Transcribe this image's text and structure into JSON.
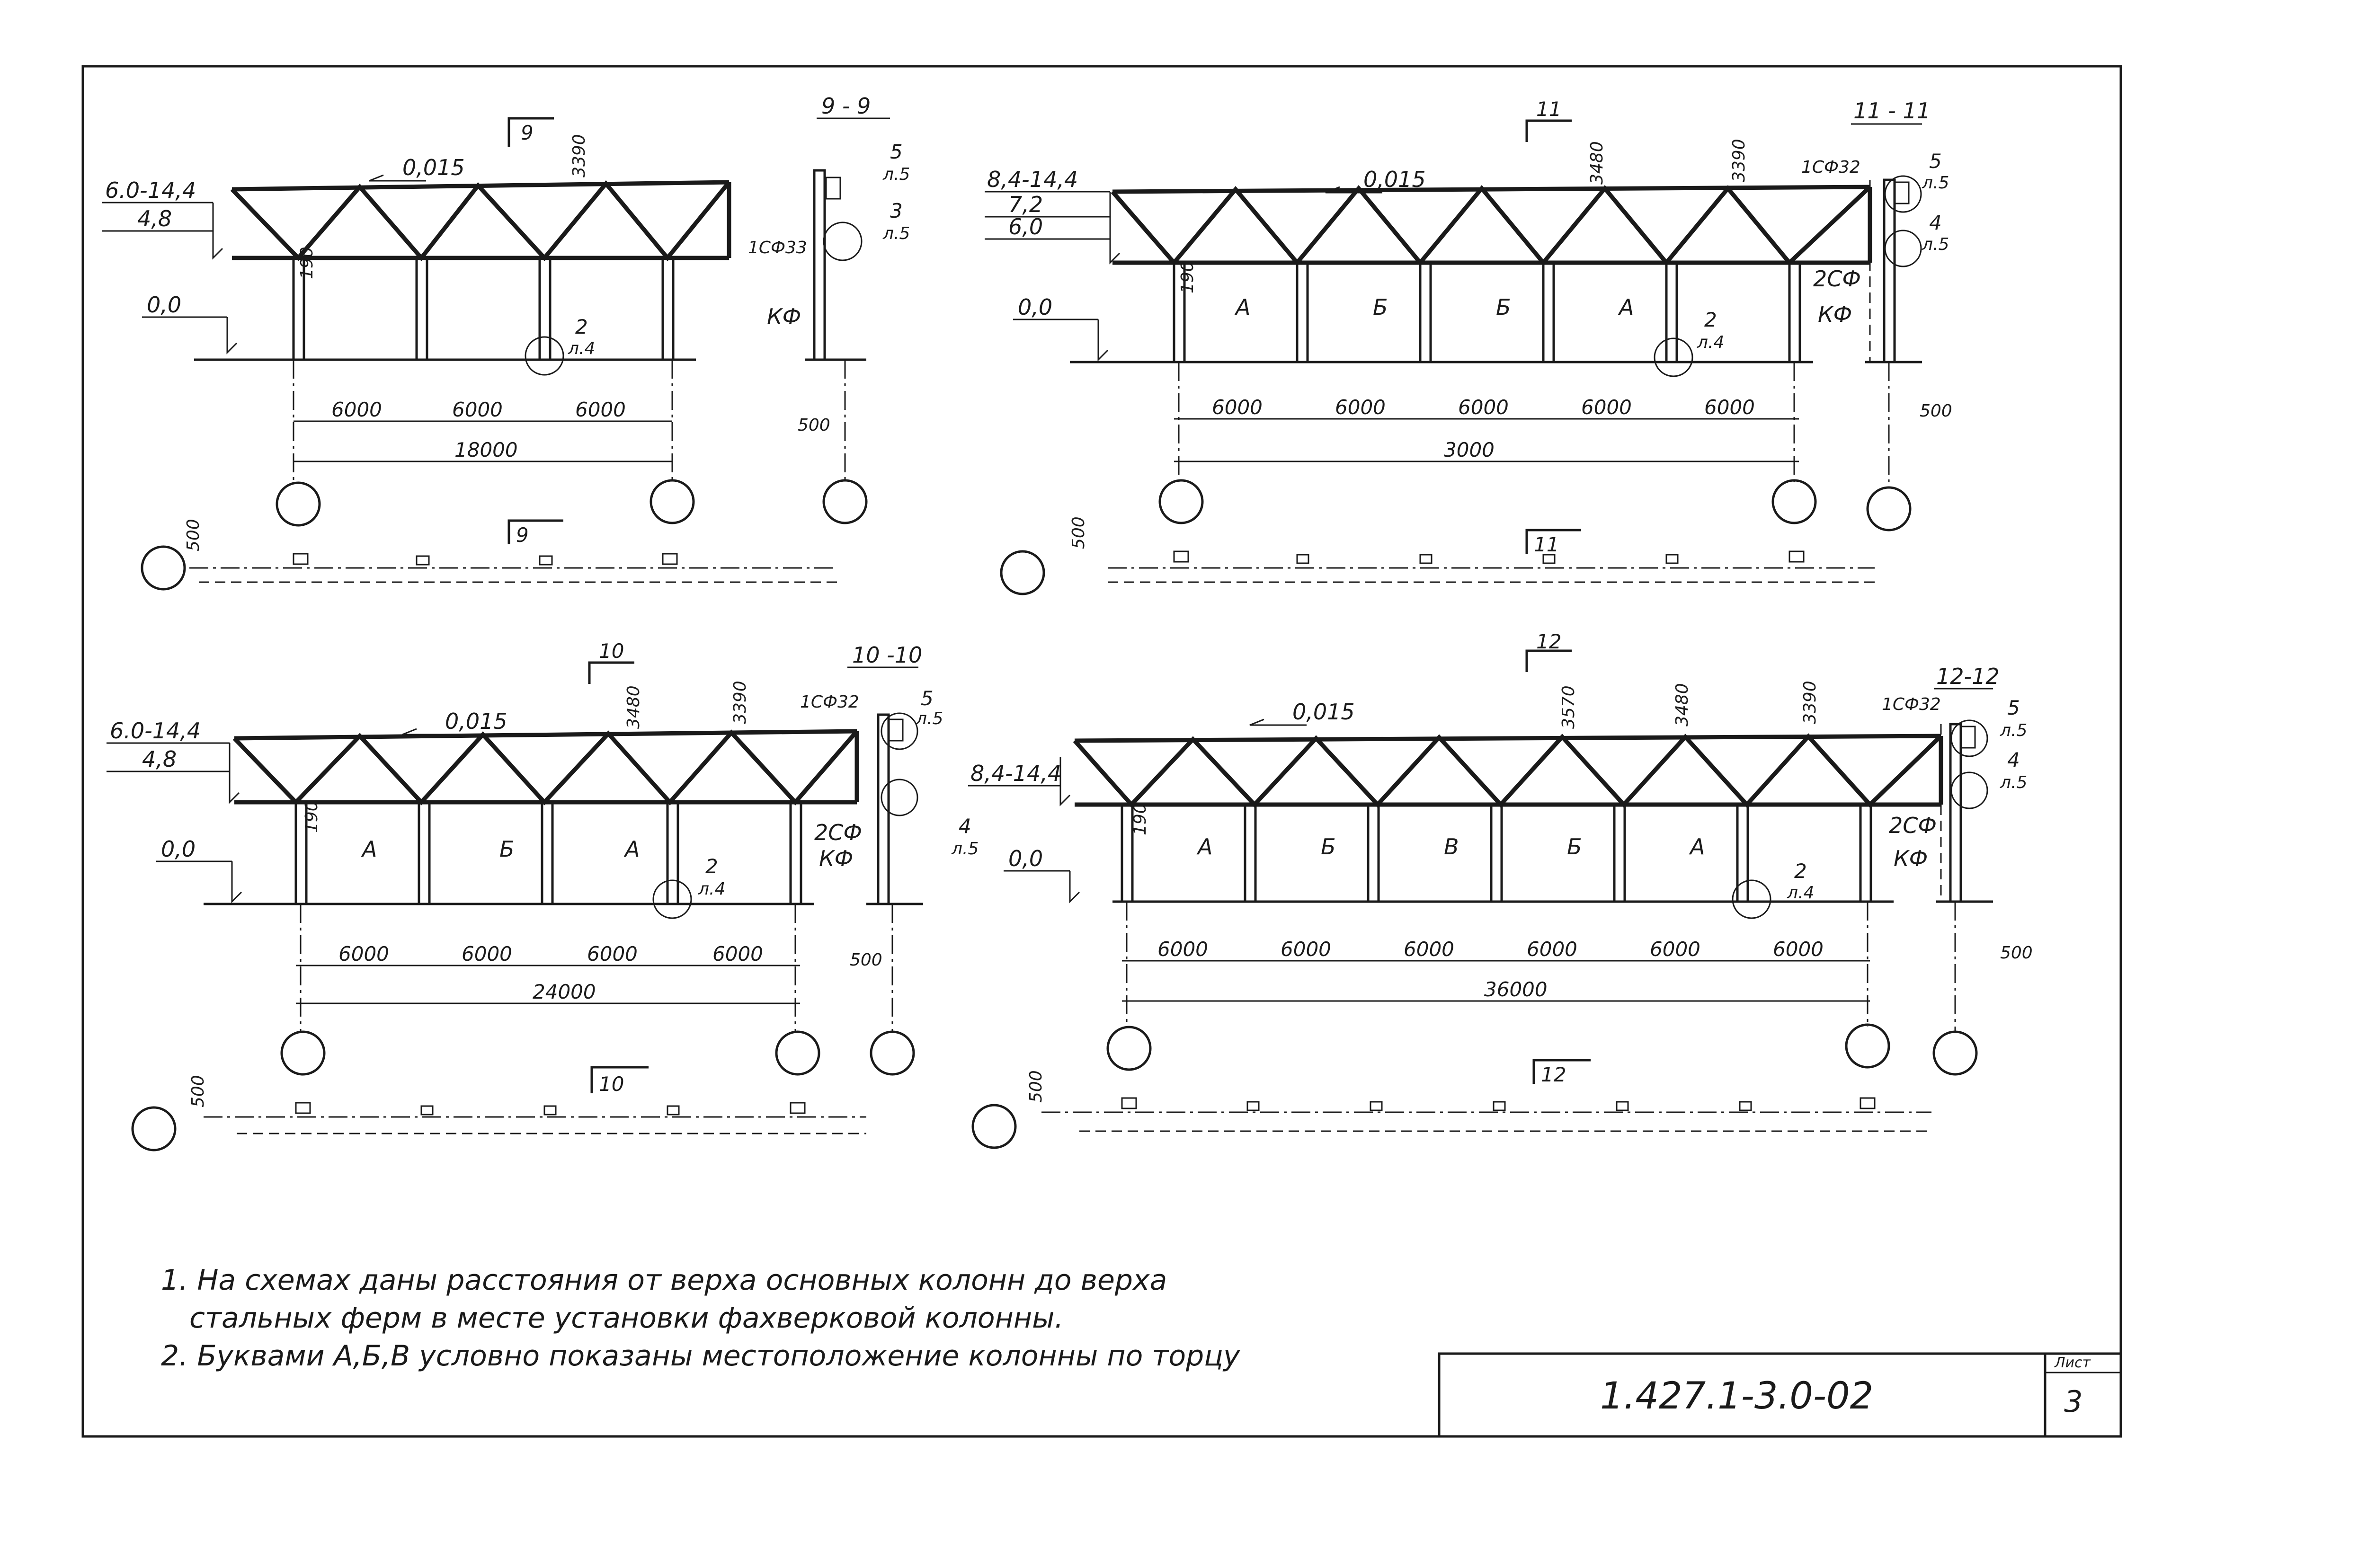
{
  "notes": [
    "1. На схемах даны расстояния от верха основных колонн до верха",
    "стальных ферм в месте установки фахверковой колонны.",
    "2. Буквами А,Б,В условно показаны местоположение колонны по торцу"
  ],
  "stamp": {
    "code": "1.427.1-3.0-02",
    "sheet_label": "Лист",
    "sheet_number": "3"
  },
  "common": {
    "slope": "0,015",
    "ground": "0,0",
    "dim_500": "500",
    "dim_190": "190",
    "detail_2": "2",
    "sheet_4": "л.4",
    "sheet_5": "л.5",
    "detail_5": "5",
    "detail_3": "3",
    "detail_4": "4",
    "kf": "КФ",
    "sf2": "2СФ"
  },
  "s9": {
    "section_mark": "9",
    "section_title": "9 - 9",
    "level_range": "6.0-14,4",
    "level_eave": "4,8",
    "dim_3390": "3390",
    "spans": [
      "6000",
      "6000",
      "6000"
    ],
    "overall": "18000",
    "brace": "1СФ33"
  },
  "s11": {
    "section_mark": "11",
    "section_title": "11 - 11",
    "level_range": "8,4-14,4",
    "level_a": "7,2",
    "level_b": "6,0",
    "dim_3480": "3480",
    "dim_3390": "3390",
    "spans": [
      "6000",
      "6000",
      "6000",
      "6000",
      "6000"
    ],
    "overall": "3000",
    "letters": [
      "А",
      "Б",
      "Б",
      "А"
    ],
    "brace": "1СФ32"
  },
  "s10": {
    "section_mark": "10",
    "section_title": "10 -10",
    "level_range": "6.0-14,4",
    "level_eave": "4,8",
    "dim_3480": "3480",
    "dim_3390": "3390",
    "spans": [
      "6000",
      "6000",
      "6000",
      "6000"
    ],
    "overall": "24000",
    "letters": [
      "А",
      "Б",
      "А"
    ],
    "brace": "1СФ32"
  },
  "s12": {
    "section_mark": "12",
    "section_title": "12-12",
    "level_range": "8,4-14,4",
    "dim_3570": "3570",
    "dim_3480": "3480",
    "dim_3390": "3390",
    "spans": [
      "6000",
      "6000",
      "6000",
      "6000",
      "6000",
      "6000"
    ],
    "overall": "36000",
    "letters": [
      "А",
      "Б",
      "В",
      "Б",
      "А"
    ],
    "brace": "1СФ32"
  }
}
